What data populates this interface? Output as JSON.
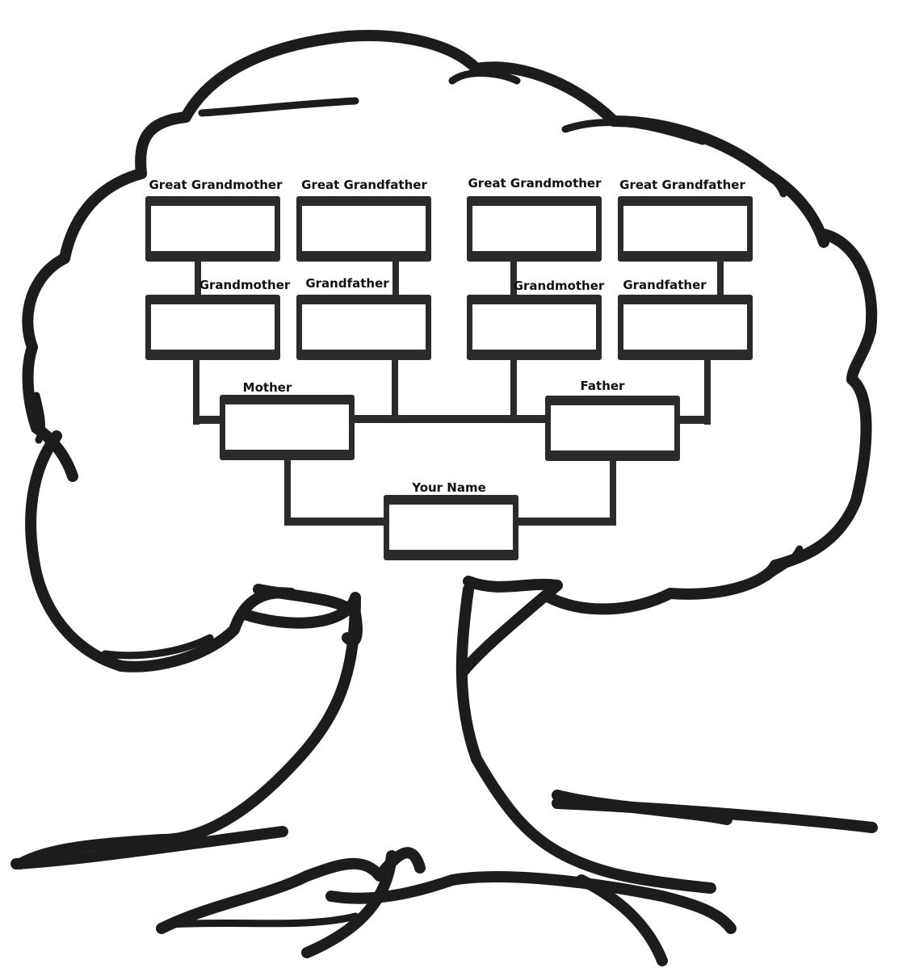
{
  "title": "Family Tree",
  "labels": {
    "ggm_left": "Great Grandmother",
    "ggf_left": "Great Grandfather",
    "ggm_right": "Great Grandmother",
    "ggf_right": "Great Grandfather",
    "gm_left": "Grandmother",
    "gf_left": "Grandfather",
    "gm_right": "Grandmother",
    "gf_right": "Grandfather",
    "mother": "Mother",
    "father": "Father",
    "you": "Your Name"
  },
  "colors": {
    "line": "#2b2b2b",
    "background": "#ffffff"
  }
}
